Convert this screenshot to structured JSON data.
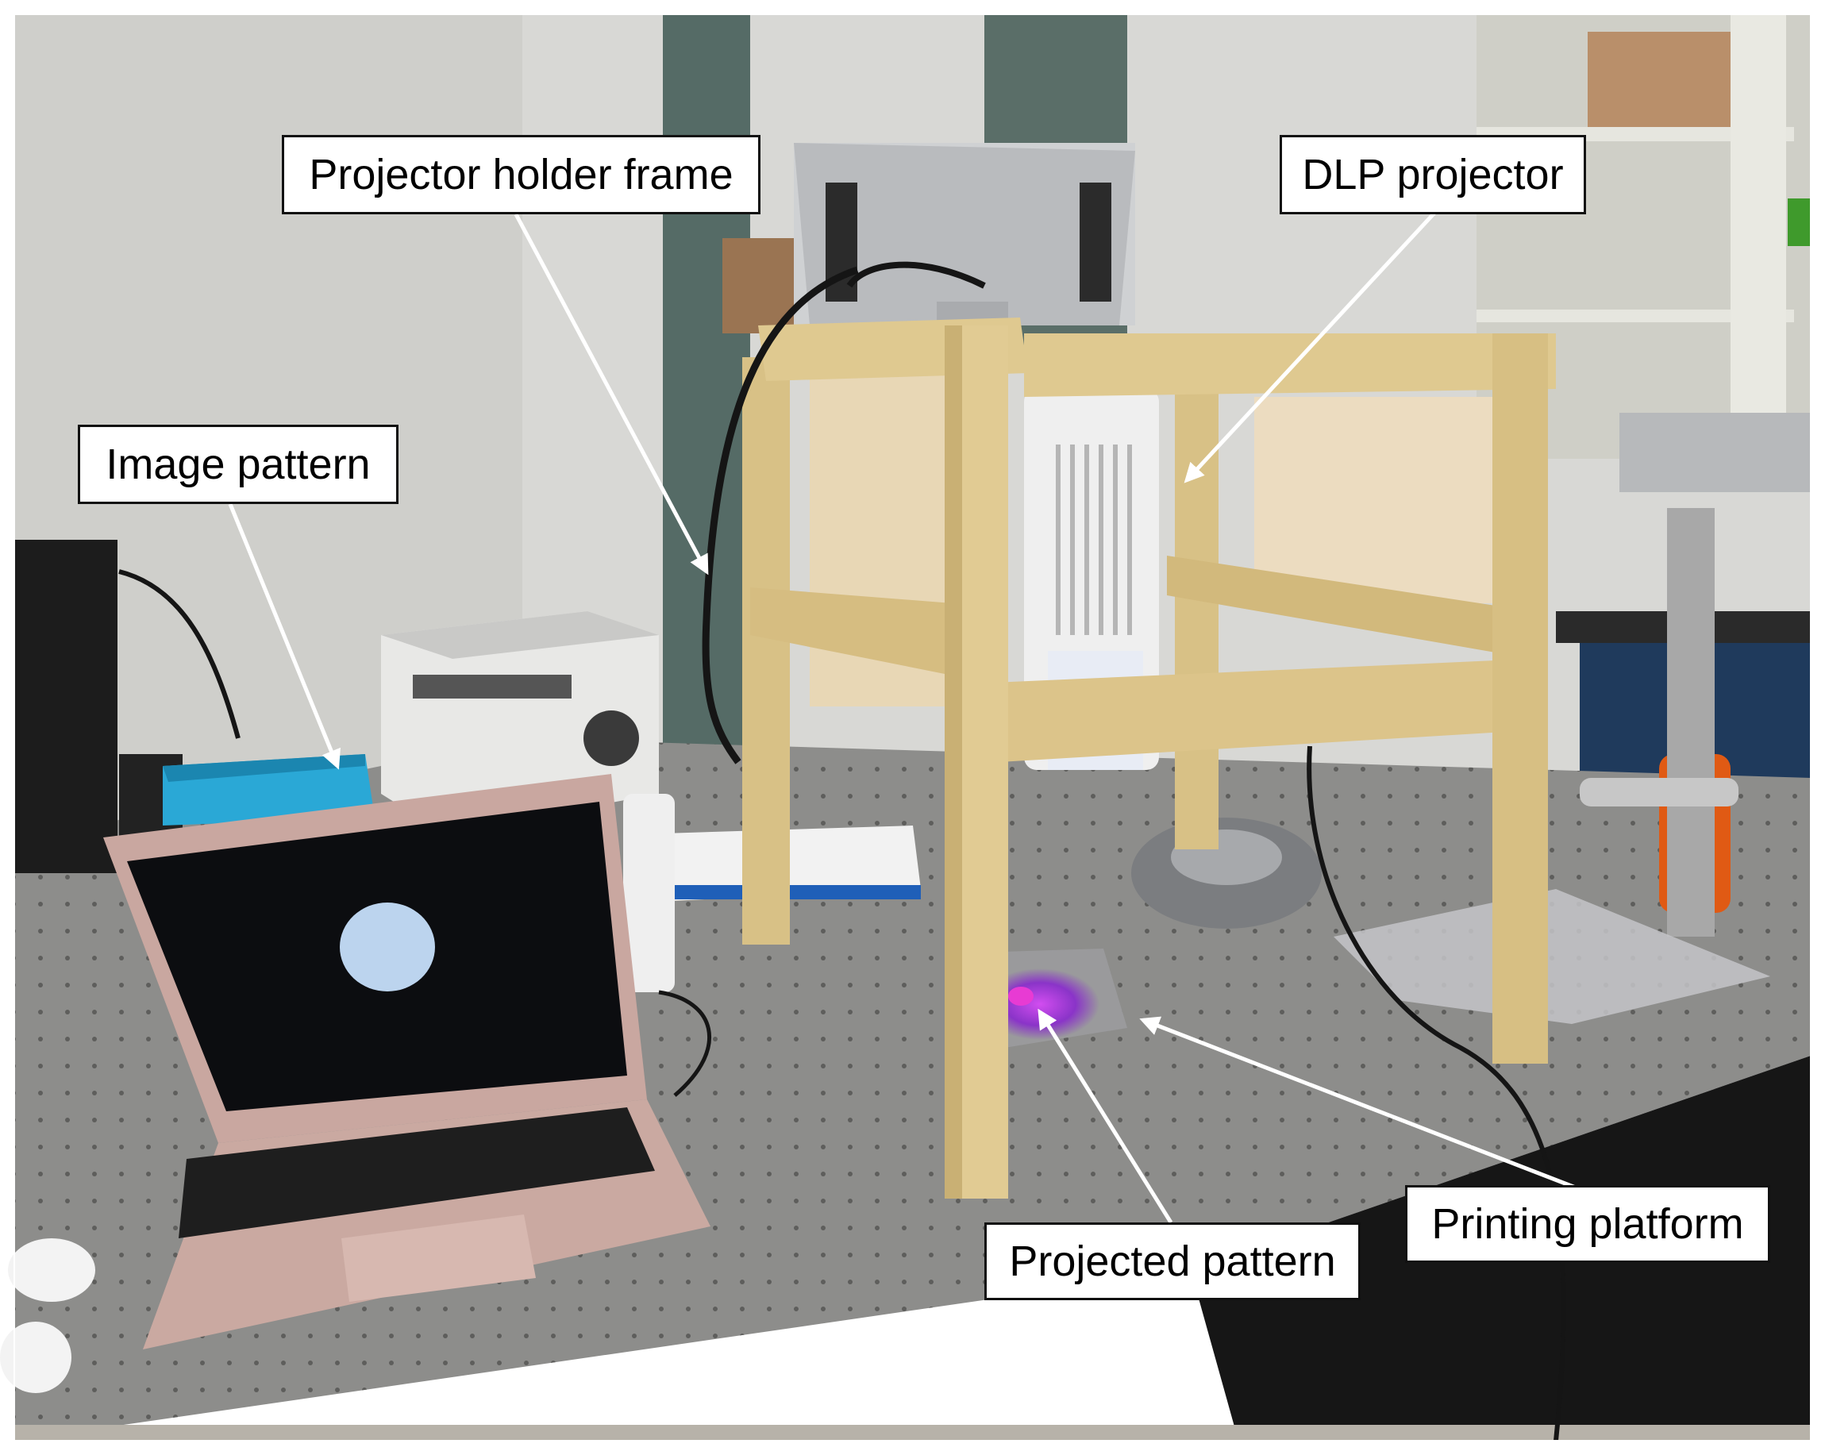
{
  "labels": {
    "projector_holder_frame": "Projector holder frame",
    "dlp_projector": "DLP projector",
    "image_pattern": "Image pattern",
    "printing_platform": "Printing platform",
    "projected_pattern": "Projected pattern"
  },
  "colors": {
    "wall": "#d9d9d6",
    "table_top": "#8f8f8d",
    "table_edge": "#1a1a1a",
    "wood": "#dcc690",
    "laptop_body": "#c9a9a0",
    "screen": "#0c0d10",
    "screen_circle": "#bcd4ee",
    "tray": "#2aa8d6",
    "projection_glow": "#a33cd6",
    "arrow": "#ffffff"
  }
}
